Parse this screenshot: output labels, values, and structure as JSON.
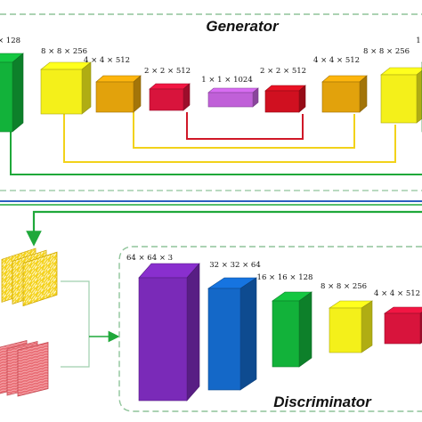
{
  "generator": {
    "title": "Generator",
    "blocks": [
      {
        "label": "× 128",
        "color": "#12b23a"
      },
      {
        "label": "8 × 8 × 256",
        "color": "#f4f01a"
      },
      {
        "label": "4 × 4 × 512",
        "color": "#e2a20c"
      },
      {
        "label": "2 × 2 × 512",
        "color": "#d8143c"
      },
      {
        "label": "1 × 1 × 1024",
        "color": "#c060d8"
      },
      {
        "label": "2 × 2 × 512",
        "color": "#d01020"
      },
      {
        "label": "4 × 4 × 512",
        "color": "#e2a20c"
      },
      {
        "label": "8 × 8 × 256",
        "color": "#f4f01a"
      },
      {
        "label": "1",
        "color": "#12b23a"
      }
    ]
  },
  "discriminator": {
    "title": "Discriminator",
    "blocks": [
      {
        "label": "64 × 64 × 3",
        "color": "#7a2ab8"
      },
      {
        "label": "32 × 32 × 64",
        "color": "#1468c8"
      },
      {
        "label": "16 × 16 × 128",
        "color": "#12b23a"
      },
      {
        "label": "8 × 8 × 256",
        "color": "#f4f01a"
      },
      {
        "label": "4 × 4 × 512",
        "color": "#d8143c"
      }
    ]
  },
  "colors": {
    "dash_border": "#8fc49a",
    "skip_green": "#1fa83a",
    "skip_yellow": "#f2d21a",
    "skip_red": "#d01828",
    "separator_blue": "#2a5fc0",
    "separator_green": "#1fa83a"
  }
}
